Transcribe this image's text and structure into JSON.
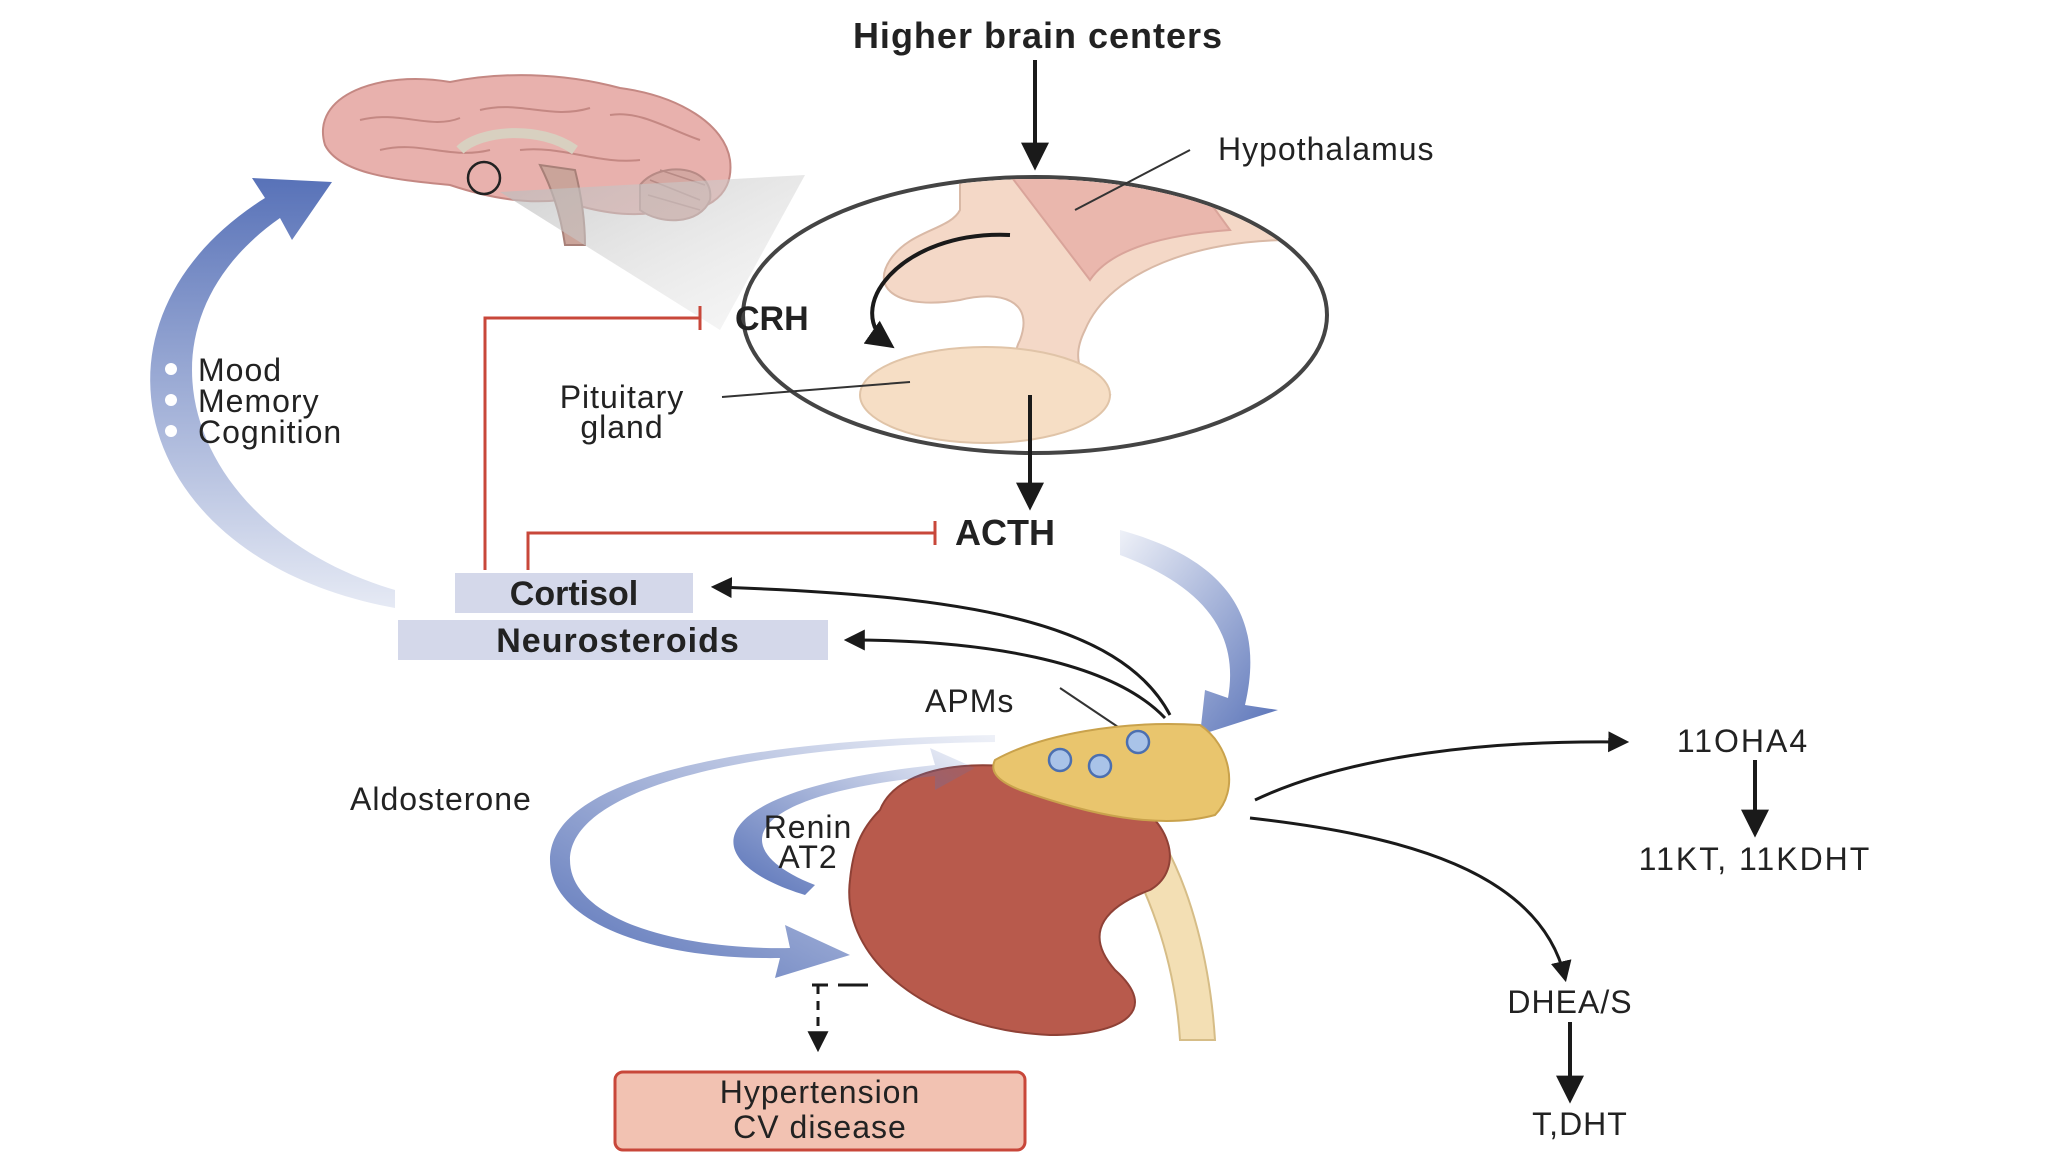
{
  "labels": {
    "higher_brain_centers": "Higher brain centers",
    "hypothalamus": "Hypothalamus",
    "crh": "CRH",
    "pituitary_line1": "Pituitary",
    "pituitary_line2": "gland",
    "acth": "ACTH",
    "cortisol": "Cortisol",
    "neurosteroids": "Neurosteroids",
    "effects": [
      "Mood",
      "Memory",
      "Cognition"
    ],
    "apms": "APMs",
    "aldosterone": "Aldosterone",
    "renin_line1": "Renin",
    "renin_line2": "AT2",
    "hypertension_line1": "Hypertension",
    "hypertension_line2": "CV disease",
    "ohA4": "11OHA4",
    "kt": "11KT, 11KDHT",
    "dhea": "DHEA/S",
    "tdht": "T,DHT"
  },
  "colors": {
    "blue_arrow": "#5872b8",
    "red_line": "#c8473a",
    "label_box": "#d4d8ea",
    "brain": "#e8b1ad",
    "kidney": "#b85a4c",
    "adrenal": "#e9c56d",
    "hypertension_box": "#f2c2b2"
  }
}
